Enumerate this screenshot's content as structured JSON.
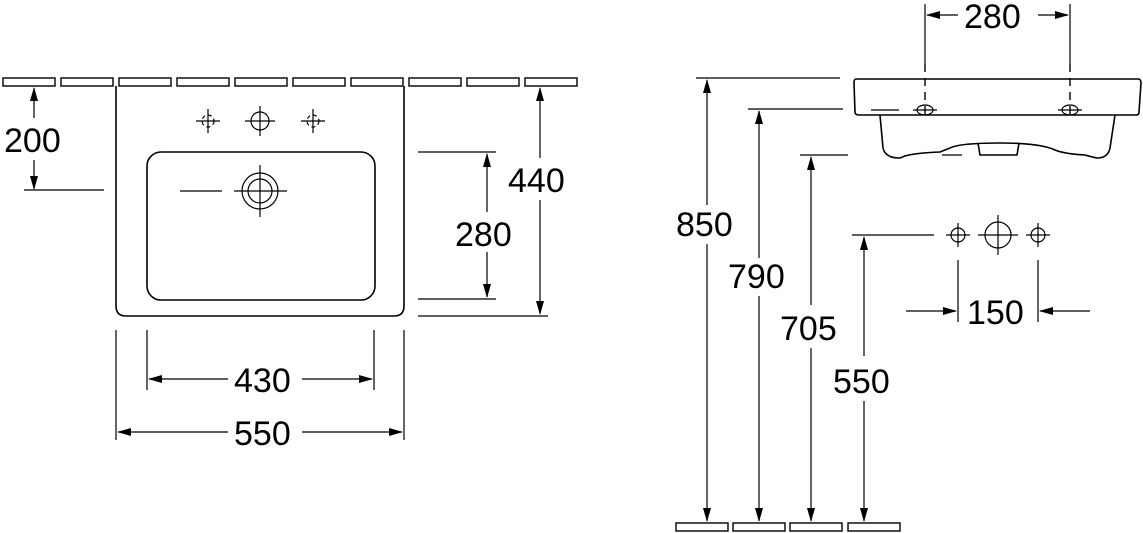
{
  "drawing": {
    "front_view": {
      "dimensions": {
        "tap_hole_height": "200",
        "overall_depth": "440",
        "bowl_depth": "280",
        "bowl_width": "430",
        "overall_width": "550"
      }
    },
    "side_view": {
      "dimensions": {
        "tap_hole_spacing": "280",
        "rim_height": "850",
        "overflow_height": "790",
        "bottom_height": "705",
        "supply_height": "550",
        "supply_spacing": "150"
      }
    },
    "colors": {
      "line": "#000000",
      "background": "#ffffff"
    }
  }
}
